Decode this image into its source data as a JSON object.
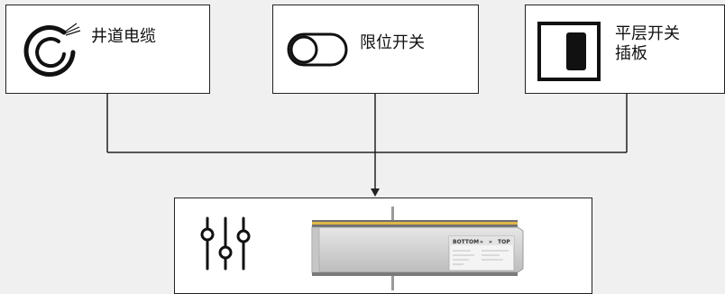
{
  "nodes": {
    "cable": {
      "label": "井道电缆",
      "icon": "coiled-cable-icon"
    },
    "limit_switch": {
      "label": "限位开关",
      "icon": "toggle-switch-icon"
    },
    "leveling_plate": {
      "label_line1": "平层开关",
      "label_line2": "插板",
      "icon": "plate-icon"
    },
    "controller": {
      "icon": "sliders-icon",
      "device": "sensor-device-image"
    }
  },
  "device_labels": {
    "bottom": "BOTTOM",
    "top": "TOP"
  },
  "colors": {
    "line": "#222222",
    "box_fill": "#ffffff",
    "background": "#f0f0f0",
    "device_stripe": "#e0b64a"
  }
}
